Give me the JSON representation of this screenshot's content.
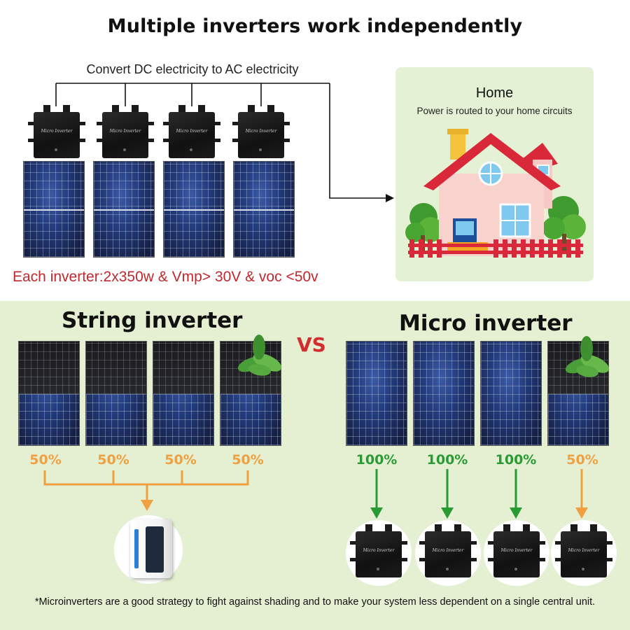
{
  "title": "Multiple inverters work independently",
  "convert_label": "Convert DC electricity to AC electricity",
  "inverter_label": "Micro Inverter",
  "spec_label": "Each inverter:2x350w & Vmp> 30V & voc <50v",
  "home": {
    "title": "Home",
    "subtitle": "Power is routed to your home circuits"
  },
  "comparison": {
    "left_heading": "String inverter",
    "vs_label": "VS",
    "right_heading": "Micro inverter",
    "string_outputs": [
      "50%",
      "50%",
      "50%",
      "50%"
    ],
    "micro_outputs": [
      "100%",
      "100%",
      "100%",
      "50%"
    ]
  },
  "footnote": "*Microinverters are a good strategy to fight against shading and to make your system less dependent on a single central unit.",
  "colors": {
    "accent_red": "#c0282e",
    "vs_red": "#d22e2e",
    "orange": "#f0a040",
    "green": "#2a9a35",
    "bottom_background": "#e5f0d3",
    "home_card_background": "#e4f1d4"
  },
  "icons": [
    "micro-inverter-icon",
    "solar-panel-icon",
    "house-icon",
    "tree-icon",
    "leaf-icon",
    "battery-inverter-icon",
    "arrow-icon"
  ]
}
